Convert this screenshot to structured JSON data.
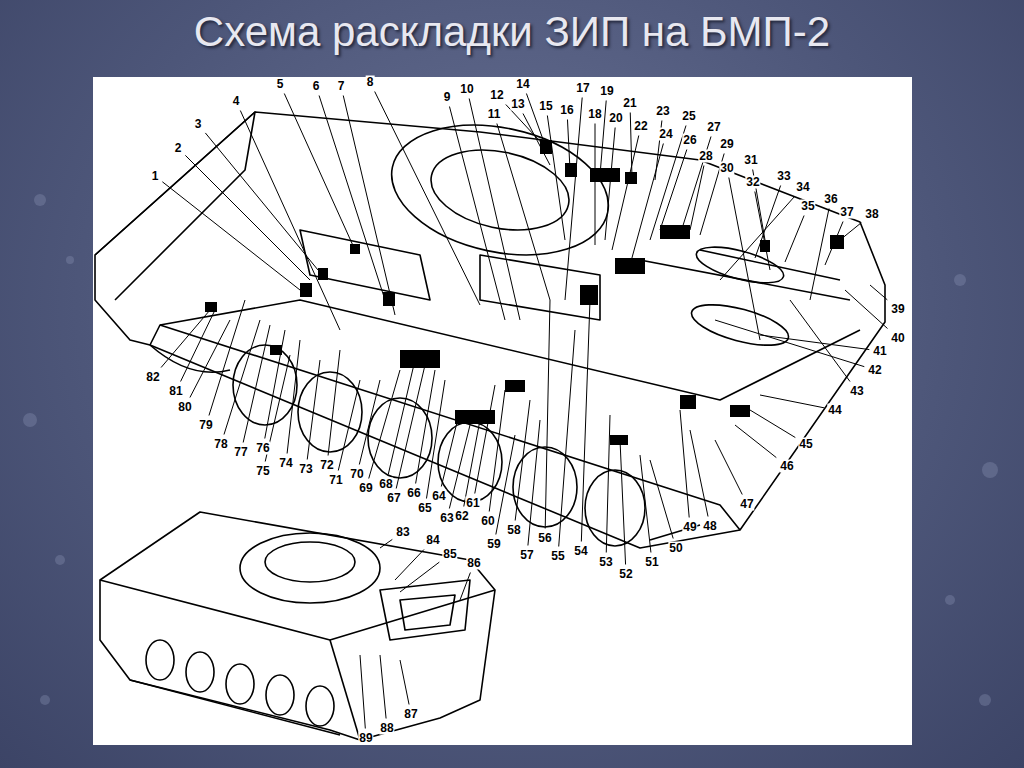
{
  "diagram": {
    "title": "Схема раскладки ЗИП на БМП-2",
    "labels": [
      "1",
      "2",
      "3",
      "4",
      "5",
      "6",
      "7",
      "8",
      "9",
      "10",
      "11",
      "12",
      "13",
      "14",
      "15",
      "16",
      "17",
      "18",
      "19",
      "20",
      "21",
      "22",
      "23",
      "24",
      "25",
      "26",
      "27",
      "28",
      "29",
      "30",
      "31",
      "32",
      "33",
      "34",
      "35",
      "36",
      "37",
      "38",
      "39",
      "40",
      "41",
      "42",
      "43",
      "44",
      "45",
      "46",
      "47",
      "48",
      "49",
      "50",
      "51",
      "52",
      "53",
      "54",
      "55",
      "56",
      "57",
      "58",
      "59",
      "60",
      "61",
      "62",
      "63",
      "64",
      "65",
      "66",
      "67",
      "68",
      "69",
      "70",
      "71",
      "72",
      "73",
      "74",
      "75",
      "76",
      "77",
      "78",
      "79",
      "80",
      "81",
      "82",
      "83",
      "84",
      "85",
      "86",
      "87",
      "88",
      "89"
    ]
  }
}
